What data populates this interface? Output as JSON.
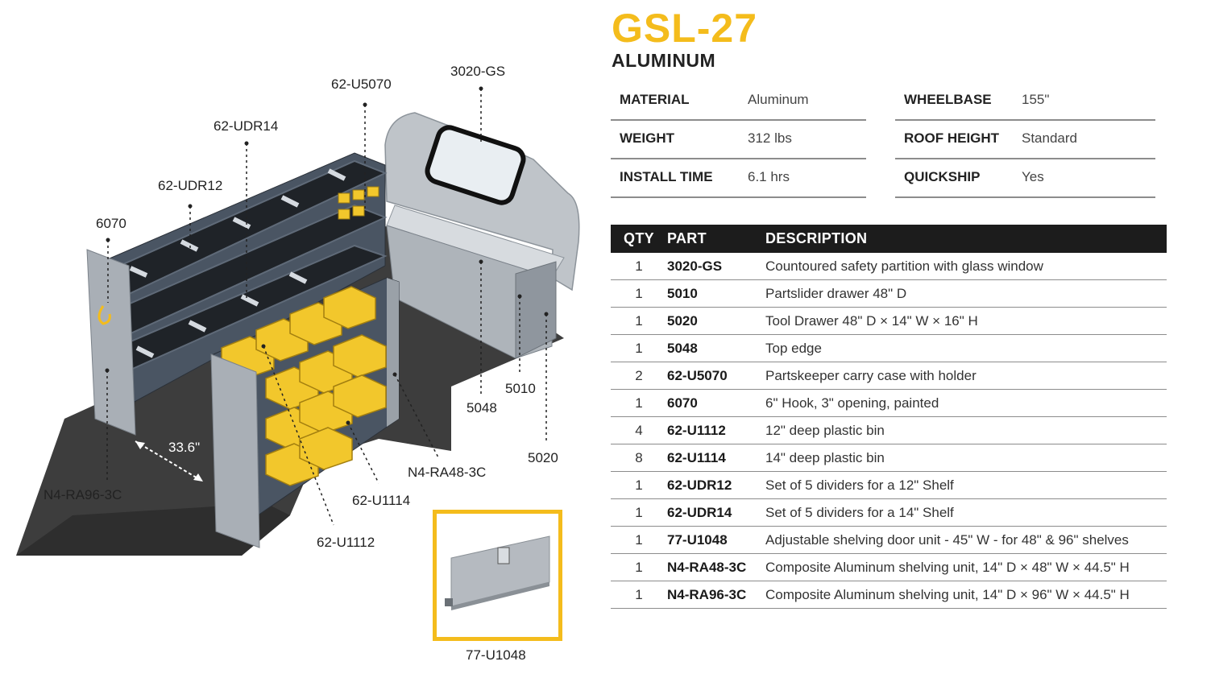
{
  "product": {
    "title": "GSL-27",
    "subtitle": "ALUMINUM"
  },
  "specs": {
    "material_label": "MATERIAL",
    "material": "Aluminum",
    "weight_label": "WEIGHT",
    "weight": "312 lbs",
    "install_label": "INSTALL TIME",
    "install": "6.1 hrs",
    "wheelbase_label": "WHEELBASE",
    "wheelbase": "155\"",
    "roof_label": "ROOF HEIGHT",
    "roof": "Standard",
    "quickship_label": "QUICKSHIP",
    "quickship": "Yes"
  },
  "table": {
    "headers": {
      "qty": "QTY",
      "part": "PART",
      "description": "DESCRIPTION"
    },
    "rows": [
      {
        "qty": "1",
        "part": "3020-GS",
        "description": "Countoured safety partition with glass window"
      },
      {
        "qty": "1",
        "part": "5010",
        "description": "Partslider drawer 48\" D"
      },
      {
        "qty": "1",
        "part": "5020",
        "description": "Tool Drawer 48\" D × 14\" W × 16\" H"
      },
      {
        "qty": "1",
        "part": "5048",
        "description": "Top edge"
      },
      {
        "qty": "2",
        "part": "62-U5070",
        "description": "Partskeeper carry case with holder"
      },
      {
        "qty": "1",
        "part": "6070",
        "description": "6\" Hook, 3\" opening, painted"
      },
      {
        "qty": "4",
        "part": "62-U1112",
        "description": "12\" deep plastic bin"
      },
      {
        "qty": "8",
        "part": "62-U1114",
        "description": "14\" deep plastic bin"
      },
      {
        "qty": "1",
        "part": "62-UDR12",
        "description": "Set of 5 dividers for a 12\" Shelf"
      },
      {
        "qty": "1",
        "part": "62-UDR14",
        "description": "Set of 5 dividers for a 14\" Shelf"
      },
      {
        "qty": "1",
        "part": "77-U1048",
        "description": "Adjustable shelving door unit - 45\" W - for 48\" & 96\" shelves"
      },
      {
        "qty": "1",
        "part": "N4-RA48-3C",
        "description": "Composite Aluminum shelving unit, 14\" D × 48\" W × 44.5\" H"
      },
      {
        "qty": "1",
        "part": "N4-RA96-3C",
        "description": "Composite Aluminum shelving unit, 14\" D × 96\" W × 44.5\" H"
      }
    ]
  },
  "callouts": {
    "c3020": "3020-GS",
    "cU5070": "62-U5070",
    "cUDR14": "62-UDR14",
    "cUDR12": "62-UDR12",
    "c6070": "6070",
    "c5010": "5010",
    "c5048": "5048",
    "c5020": "5020",
    "cRA48": "N4-RA48-3C",
    "cU1114": "62-U1114",
    "cU1112": "62-U1112",
    "cRA96": "N4-RA96-3C",
    "cDim": "33.6\"",
    "cU1048": "77-U1048"
  },
  "colors": {
    "accent": "#F4BC1C",
    "header_bg": "#1c1c1c",
    "floor": "#3a3a3a",
    "shelf_frame": "#9aa3ad",
    "bin": "#F2C72C"
  }
}
